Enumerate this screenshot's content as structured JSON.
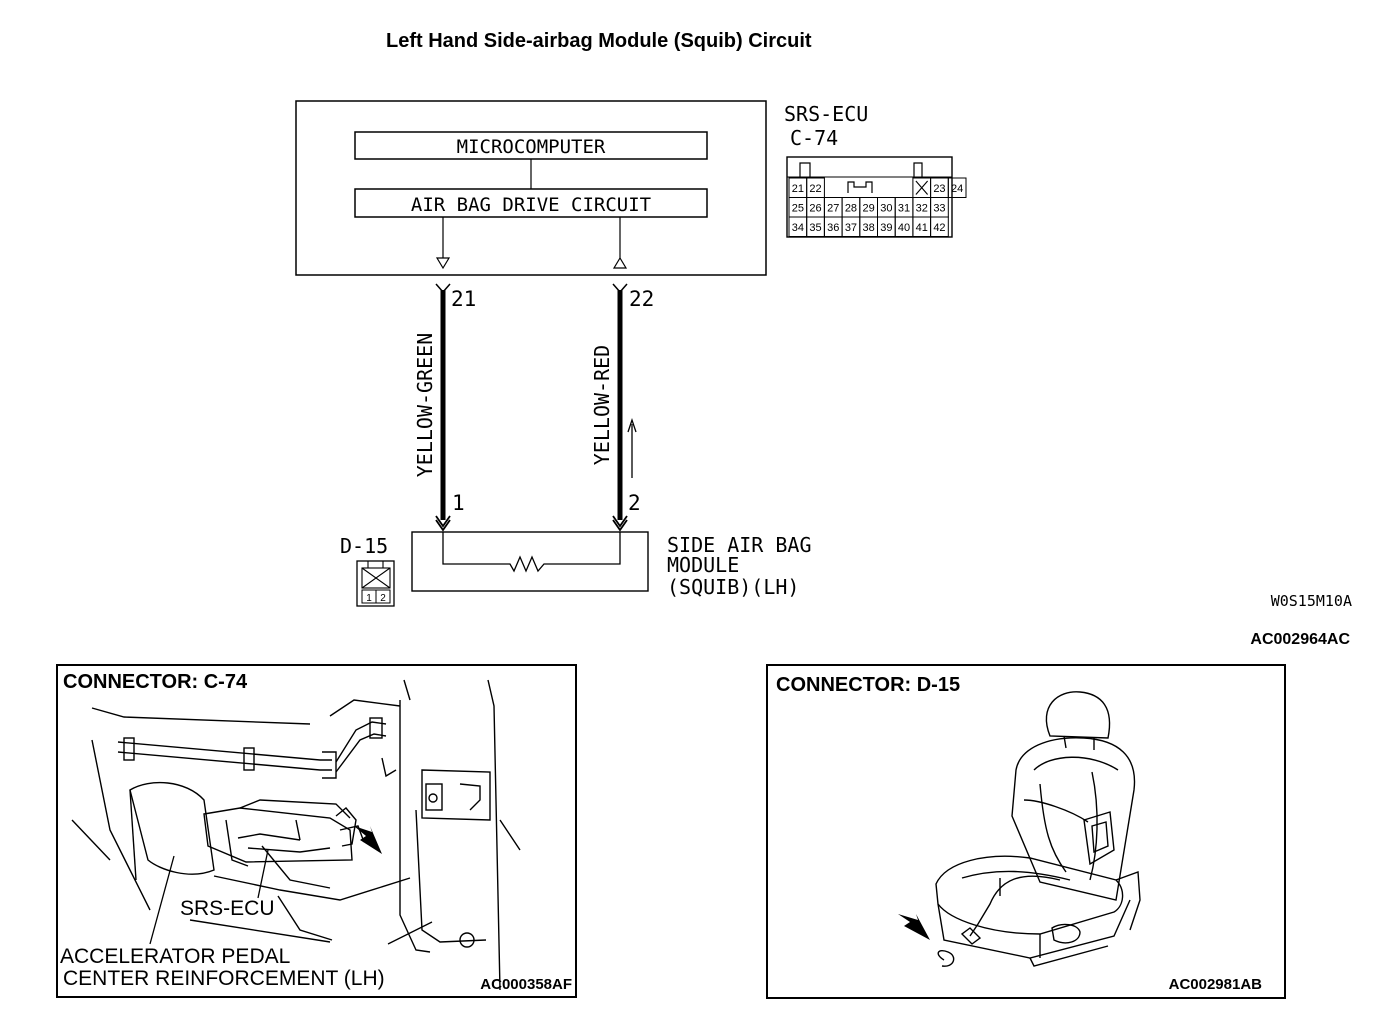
{
  "title": "Left Hand Side-airbag Module (Squib) Circuit",
  "ecu": {
    "name": "SRS-ECU",
    "connector": "C-74",
    "blocks": [
      "MICROCOMPUTER",
      "AIR BAG DRIVE CIRCUIT"
    ],
    "grid_rows": [
      [
        "21",
        "22",
        "",
        "",
        "",
        "",
        "",
        "X",
        "23",
        "24"
      ],
      [
        "25",
        "26",
        "27",
        "28",
        "29",
        "30",
        "31",
        "32",
        "33"
      ],
      [
        "34",
        "35",
        "36",
        "37",
        "38",
        "39",
        "40",
        "41",
        "42"
      ]
    ]
  },
  "wires": [
    {
      "ecu_pin": "21",
      "color": "YELLOW-GREEN",
      "module_pin": "1"
    },
    {
      "ecu_pin": "22",
      "color": "YELLOW-RED",
      "module_pin": "2"
    }
  ],
  "module": {
    "connector": "D-15",
    "name_lines": [
      "SIDE AIR BAG",
      "MODULE",
      "(SQUIB)(LH)"
    ],
    "pins": [
      "1",
      "2"
    ]
  },
  "codes": {
    "diagram": "W0S15M10A",
    "figure": "AC002964AC"
  },
  "panels": [
    {
      "heading": "CONNECTOR: C-74",
      "labels": [
        "SRS-ECU",
        "ACCELERATOR PEDAL",
        "CENTER REINFORCEMENT (LH)"
      ],
      "code": "AC000358AF"
    },
    {
      "heading": "CONNECTOR: D-15",
      "labels": [],
      "code": "AC002981AB"
    }
  ]
}
